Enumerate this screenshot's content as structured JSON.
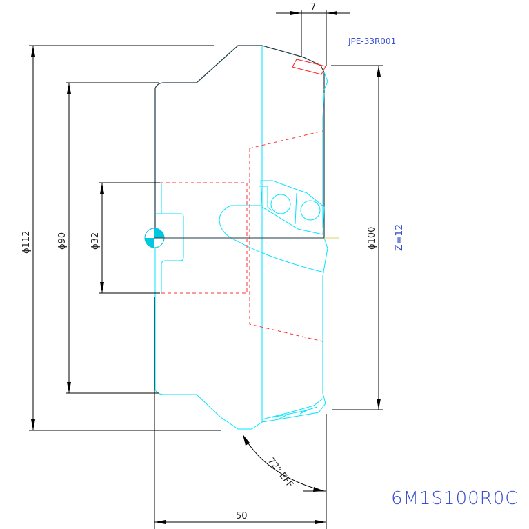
{
  "labels": {
    "dim_width_top": "7",
    "insert_code": "JPE-33R001",
    "dia_outer": "ϕ112",
    "dia_body": "ϕ90",
    "dia_bore": "ϕ32",
    "dia_cutting": "ϕ100",
    "teeth": "Z=12",
    "angle": "72° EFF",
    "length": "50",
    "part_number": "6M1S100R0C"
  },
  "colors": {
    "outline": "#00e5ff",
    "dimension": "#000000",
    "hidden": "#ff3030",
    "annotation": "#3a4fd0"
  }
}
